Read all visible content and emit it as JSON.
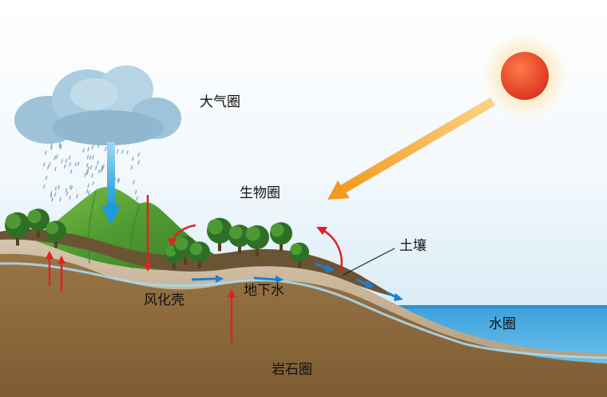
{
  "labels": {
    "atmosphere": "大气圈",
    "biosphere": "生物圈",
    "soil": "土壤",
    "weathering_crust": "风化壳",
    "groundwater": "地下水",
    "hydrosphere": "水圈",
    "lithosphere": "岩石圈"
  },
  "colors": {
    "sky_top": "#ffffff",
    "sky_bottom": "#cfe6f3",
    "sun": "#e8452a",
    "sunlight_arrow": "#f5a623",
    "rain_arrow": "#29a8e0",
    "flow_arrow": "#1e7fd1",
    "heat_arrow": "#e02222",
    "water": "#3a9ad6",
    "bedrock": "#8d6a3d",
    "weathering_crust": "#c8b59a",
    "soil": "#6b5a3a",
    "mountain": "#5fa83a"
  },
  "icons": [
    "sun-icon",
    "cloud-icon",
    "rain-icon",
    "tree-icon"
  ]
}
